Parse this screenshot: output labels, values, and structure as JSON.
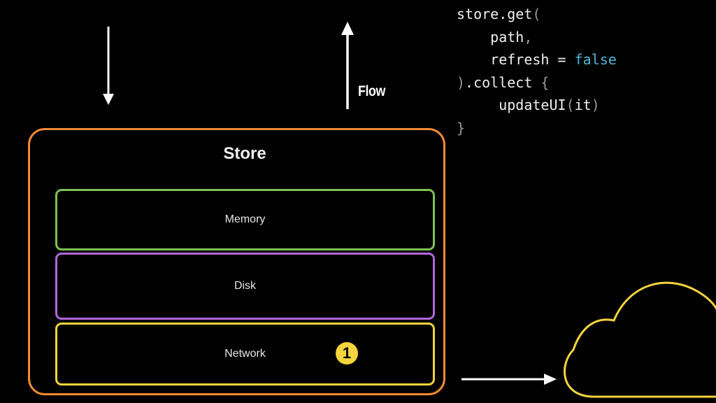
{
  "store": {
    "title": "Store"
  },
  "layers": {
    "memory": "Memory",
    "disk": "Disk",
    "network": "Network"
  },
  "badge": "1",
  "flow_label": "Flow",
  "code": {
    "line1_call": "store.get",
    "line1_paren": "(",
    "line2_arg": "path",
    "line2_comma": ",",
    "line3_name": "refresh",
    "line3_eq": " = ",
    "line3_value": "false",
    "line4_close": ")",
    "line4_call": ".collect ",
    "line4_brace": "{",
    "line5_call": "updateUI",
    "line5_open": "(",
    "line5_arg": "it",
    "line5_close": ")",
    "line6_brace": "}"
  },
  "colors": {
    "store_border": "#f28a34",
    "memory_border": "#7fc154",
    "disk_border": "#b267d8",
    "network_border": "#f6d43c",
    "cloud_stroke": "#f6d43c",
    "keyword": "#4fb6d8"
  },
  "icons": [
    "down-arrow-icon",
    "up-arrow-icon",
    "right-arrow-icon",
    "cloud-icon"
  ]
}
